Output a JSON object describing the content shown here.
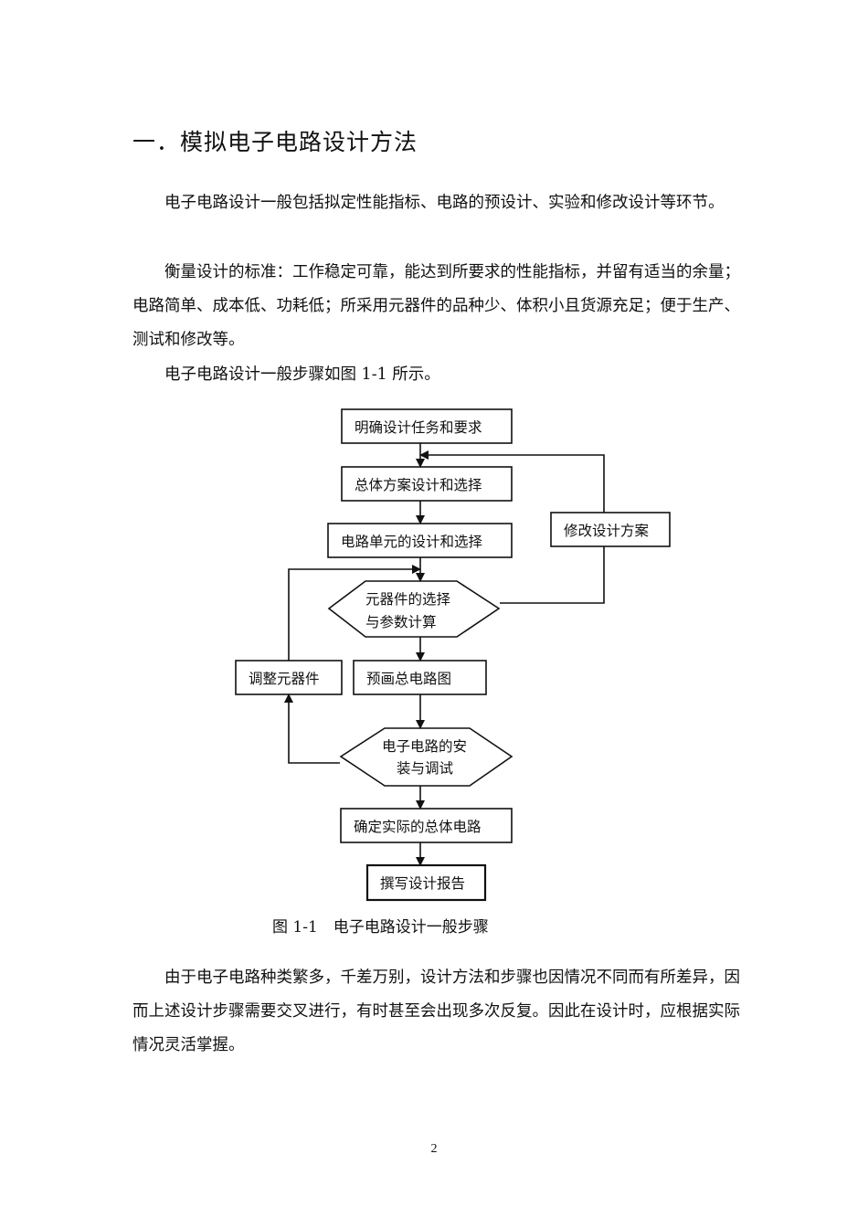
{
  "heading": "一．模拟电子电路设计方法",
  "paragraphs": [
    "电子电路设计一般包括拟定性能指标、电路的预设计、实验和修改设计等环节。",
    "衡量设计的标准：工作稳定可靠，能达到所要求的性能指标，并留有适当的余量；电路简单、成本低、功耗低；所采用元器件的品种少、体积小且货源充足；便于生产、测试和修改等。",
    "电子电路设计一般步骤如图 1-1 所示。",
    "由于电子电路种类繁多，千差万别，设计方法和步骤也因情况不同而有所差异，因而上述设计步骤需要交叉进行，有时甚至会出现多次反复。因此在设计时，应根据实际情况灵活掌握。"
  ],
  "flowchart": {
    "nodes": {
      "define_task": "明确设计任务和要求",
      "overall_scheme": "总体方案设计和选择",
      "unit_design": "电路单元的设计和选择",
      "component_select_line1": "元器件的选择",
      "component_select_line2": "与参数计算",
      "modify_scheme": "修改设计方案",
      "adjust_components": "调整元器件",
      "draft_circuit": "预画总电路图",
      "assemble_line1": "电子电路的安",
      "assemble_line2": "装与调试",
      "final_circuit": "确定实际的总体电路",
      "write_report": "撰写设计报告"
    }
  },
  "caption": "图 1-1　电子电路设计一般步骤",
  "page_number": "2"
}
